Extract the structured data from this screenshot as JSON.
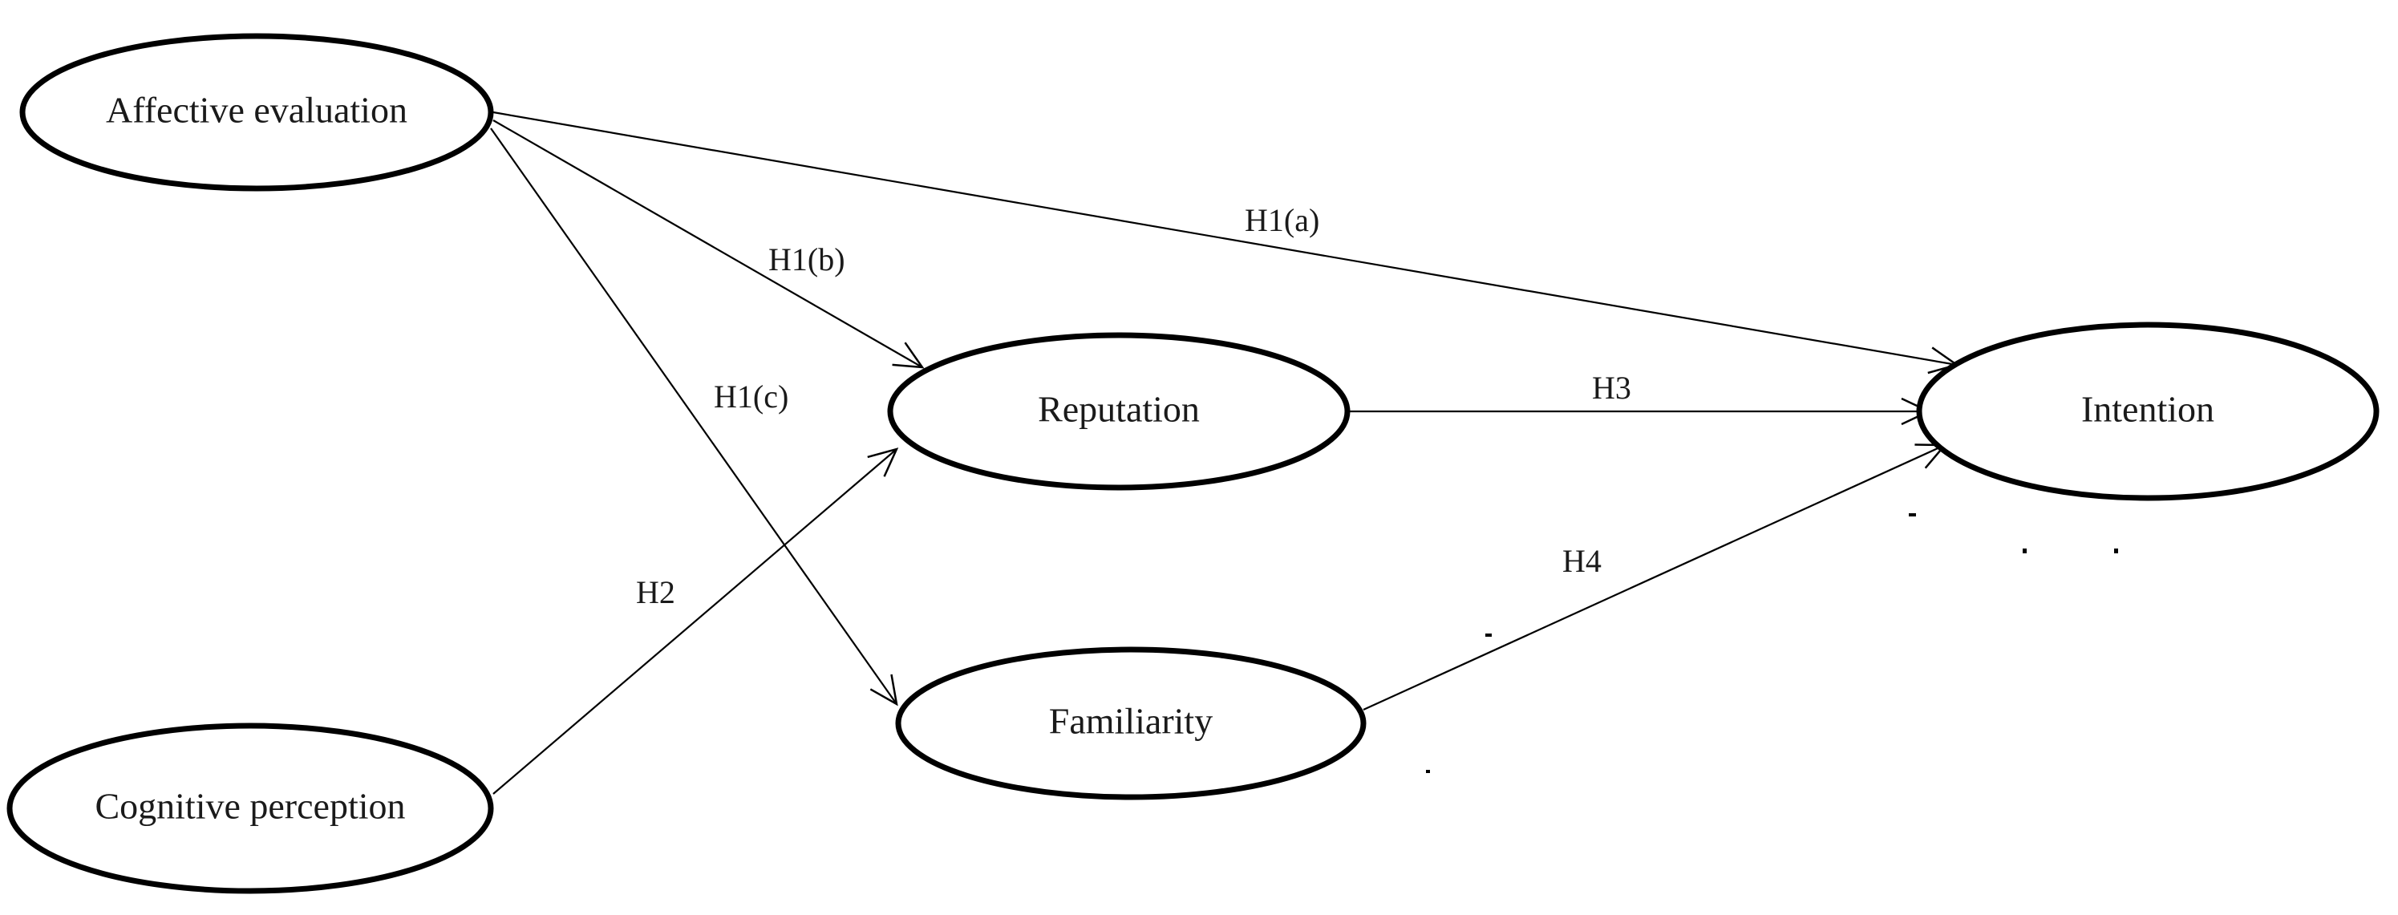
{
  "nodes": {
    "affective": {
      "label": "Affective evaluation"
    },
    "cognitive": {
      "label": "Cognitive perception"
    },
    "reputation": {
      "label": "Reputation"
    },
    "familiarity": {
      "label": "Familiarity"
    },
    "intention": {
      "label": "Intention"
    }
  },
  "edges": [
    {
      "id": "h1a",
      "from": "affective",
      "to": "intention",
      "label": "H1(a)"
    },
    {
      "id": "h1b",
      "from": "affective",
      "to": "reputation",
      "label": "H1(b)"
    },
    {
      "id": "h1c",
      "from": "affective",
      "to": "familiarity",
      "label": "H1(c)"
    },
    {
      "id": "h2",
      "from": "cognitive",
      "to": "reputation",
      "label": "H2"
    },
    {
      "id": "h3",
      "from": "reputation",
      "to": "intention",
      "label": "H3"
    },
    {
      "id": "h4",
      "from": "familiarity",
      "to": "intention",
      "label": "H4"
    }
  ],
  "colors": {
    "stroke": "#000000",
    "text": "#1a1a1a",
    "background": "#ffffff"
  }
}
